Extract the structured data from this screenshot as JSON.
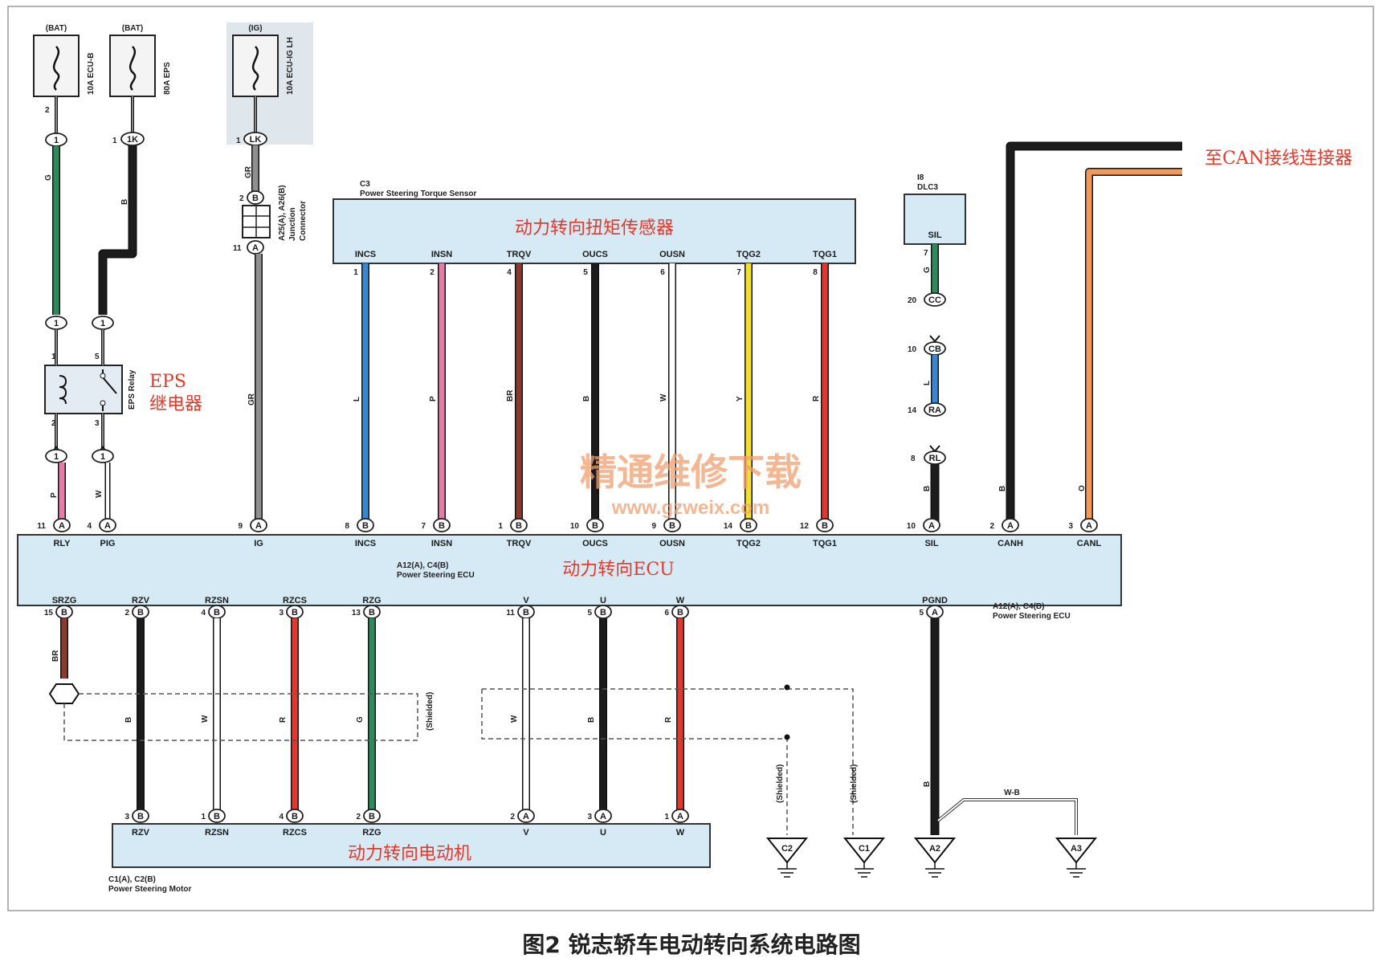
{
  "caption": "图2 锐志轿车电动转向系统电路图",
  "watermark": {
    "cn": "精通维修下载",
    "url": "www.gzweix.com"
  },
  "fuses": [
    {
      "src": "(BAT)",
      "label": "10A ECU-B"
    },
    {
      "src": "(BAT)",
      "label": "80A EPS"
    },
    {
      "src": "(IG)",
      "label": "10A ECU-IG LH"
    }
  ],
  "relay": {
    "cn_line1": "EPS",
    "cn_line2": "继电器",
    "label": "EPS Relay"
  },
  "junction": {
    "label1": "A25(A), A26(B)",
    "label2": "Junction",
    "label3": "Connector"
  },
  "sensor": {
    "id": "C3",
    "en": "Power Steering Torque Sensor",
    "cn": "动力转向扭矩传感器",
    "pins": [
      {
        "name": "INCS",
        "num": "1",
        "color": "L",
        "hex": "#3a86d0"
      },
      {
        "name": "INSN",
        "num": "2",
        "color": "P",
        "hex": "#e47ea8"
      },
      {
        "name": "TRQV",
        "num": "4",
        "color": "BR",
        "hex": "#8a3b30"
      },
      {
        "name": "OUCS",
        "num": "5",
        "color": "B",
        "hex": "#1c1c1c"
      },
      {
        "name": "OUSN",
        "num": "6",
        "color": "W",
        "hex": "#ffffff"
      },
      {
        "name": "TQG2",
        "num": "7",
        "color": "Y",
        "hex": "#f2e030"
      },
      {
        "name": "TQG1",
        "num": "8",
        "color": "R",
        "hex": "#e03a30"
      }
    ]
  },
  "dlc": {
    "id": "I8",
    "name": "DLC3",
    "pin": "SIL"
  },
  "can": {
    "label": "至CAN接线连接器"
  },
  "ecu": {
    "cn": "动力转向ECU",
    "ref": "A12(A), C4(B)",
    "en": "Power Steering ECU",
    "top_pins": [
      {
        "name": "RLY",
        "num": "11",
        "conn": "A"
      },
      {
        "name": "PIG",
        "num": "4",
        "conn": "A"
      },
      {
        "name": "IG",
        "num": "9",
        "conn": "A"
      },
      {
        "name": "INCS",
        "num": "8",
        "conn": "B"
      },
      {
        "name": "INSN",
        "num": "7",
        "conn": "B"
      },
      {
        "name": "TRQV",
        "num": "1",
        "conn": "B"
      },
      {
        "name": "OUCS",
        "num": "10",
        "conn": "B"
      },
      {
        "name": "OUSN",
        "num": "9",
        "conn": "B"
      },
      {
        "name": "TQG2",
        "num": "14",
        "conn": "B"
      },
      {
        "name": "TQG1",
        "num": "12",
        "conn": "B"
      },
      {
        "name": "SIL",
        "num": "10",
        "conn": "A"
      },
      {
        "name": "CANH",
        "num": "2",
        "conn": "A"
      },
      {
        "name": "CANL",
        "num": "3",
        "conn": "A"
      }
    ],
    "bottom_pins": [
      {
        "name": "SRZG",
        "num": "15",
        "conn": "B"
      },
      {
        "name": "RZV",
        "num": "2",
        "conn": "B"
      },
      {
        "name": "RZSN",
        "num": "4",
        "conn": "B"
      },
      {
        "name": "RZCS",
        "num": "3",
        "conn": "B"
      },
      {
        "name": "RZG",
        "num": "13",
        "conn": "B"
      },
      {
        "name": "V",
        "num": "11",
        "conn": "B"
      },
      {
        "name": "U",
        "num": "5",
        "conn": "B"
      },
      {
        "name": "W",
        "num": "6",
        "conn": "B"
      },
      {
        "name": "PGND",
        "num": "5",
        "conn": "A"
      }
    ]
  },
  "motor": {
    "cn": "动力转向电动机",
    "ref": "C1(A), C2(B)",
    "en": "Power Steering Motor",
    "pins": [
      {
        "name": "RZV",
        "num": "3",
        "conn": "B"
      },
      {
        "name": "RZSN",
        "num": "1",
        "conn": "B"
      },
      {
        "name": "RZCS",
        "num": "4",
        "conn": "B"
      },
      {
        "name": "RZG",
        "num": "2",
        "conn": "B"
      },
      {
        "name": "V",
        "num": "2",
        "conn": "A"
      },
      {
        "name": "U",
        "num": "3",
        "conn": "A"
      },
      {
        "name": "W",
        "num": "1",
        "conn": "A"
      }
    ]
  },
  "grounds": [
    "C2",
    "C1",
    "A2",
    "A3"
  ],
  "shielded": "(Shielded)",
  "wire_wb": "W-B",
  "colors": {
    "green": "#2e8a5a",
    "black": "#1c1c1c",
    "gray": "#909090",
    "pink": "#e47ea8",
    "blue": "#3a86d0",
    "brown": "#8a3b30",
    "red": "#e03a30",
    "orange": "#f0995a",
    "box": "#d6eaf6",
    "accent_red": "#e23a2a"
  }
}
